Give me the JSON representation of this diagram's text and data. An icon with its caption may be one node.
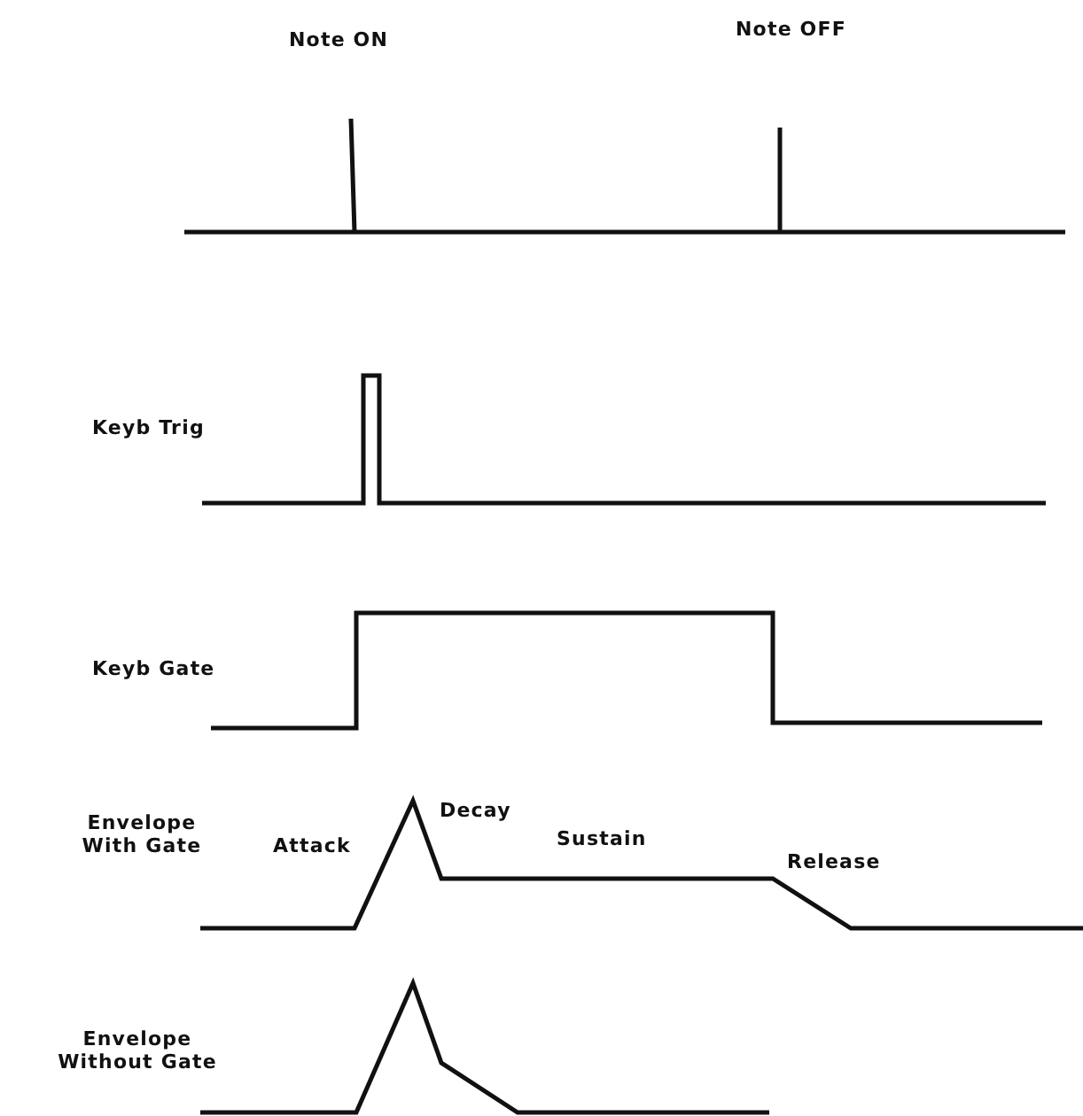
{
  "diagram": {
    "labels": [
      "Note ON",
      "Note OFF",
      "Keyb Trig",
      "Keyb Gate",
      "Envelope With Gate",
      "Attack",
      "Decay",
      "Sustain",
      "Release",
      "Envelope Without Gate"
    ]
  }
}
